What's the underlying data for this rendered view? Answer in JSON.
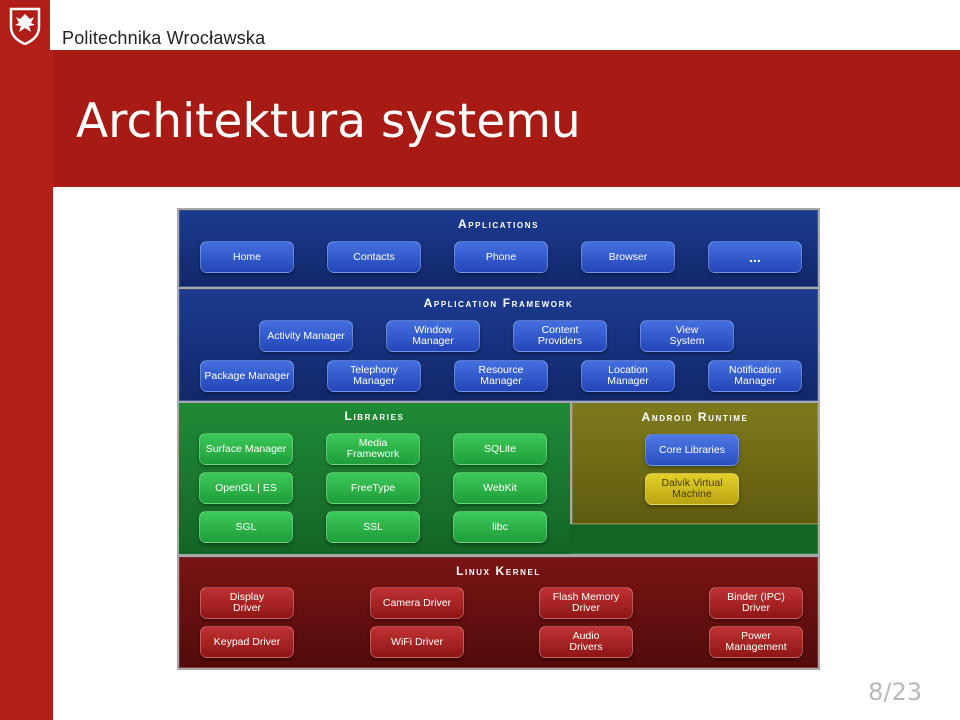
{
  "header": {
    "university": "Politechnika Wrocławska",
    "title": "Architektura systemu",
    "page": "8/23",
    "brand_color": "#a71b14"
  },
  "diagram": {
    "applications": {
      "title": "Applications",
      "items": [
        "Home",
        "Contacts",
        "Phone",
        "Browser",
        "..."
      ]
    },
    "framework": {
      "title": "Application Framework",
      "row1": [
        "Activity Manager",
        "Window\nManager",
        "Content\nProviders",
        "View\nSystem"
      ],
      "row2": [
        "Package Manager",
        "Telephony\nManager",
        "Resource\nManager",
        "Location\nManager",
        "Notification\nManager"
      ]
    },
    "libraries": {
      "title": "Libraries",
      "items": [
        "Surface Manager",
        "Media\nFramework",
        "SQLite",
        "OpenGL | ES",
        "FreeType",
        "WebKit",
        "SGL",
        "SSL",
        "libc"
      ]
    },
    "runtime": {
      "title": "Android Runtime",
      "items": [
        "Core Libraries",
        "Dalvik Virtual\nMachine"
      ]
    },
    "kernel": {
      "title": "Linux Kernel",
      "row1": [
        "Display\nDriver",
        "Camera Driver",
        "Flash Memory\nDriver",
        "Binder (IPC)\nDriver"
      ],
      "row2": [
        "Keypad Driver",
        "WiFi Driver",
        "Audio\nDrivers",
        "Power\nManagement"
      ]
    }
  }
}
